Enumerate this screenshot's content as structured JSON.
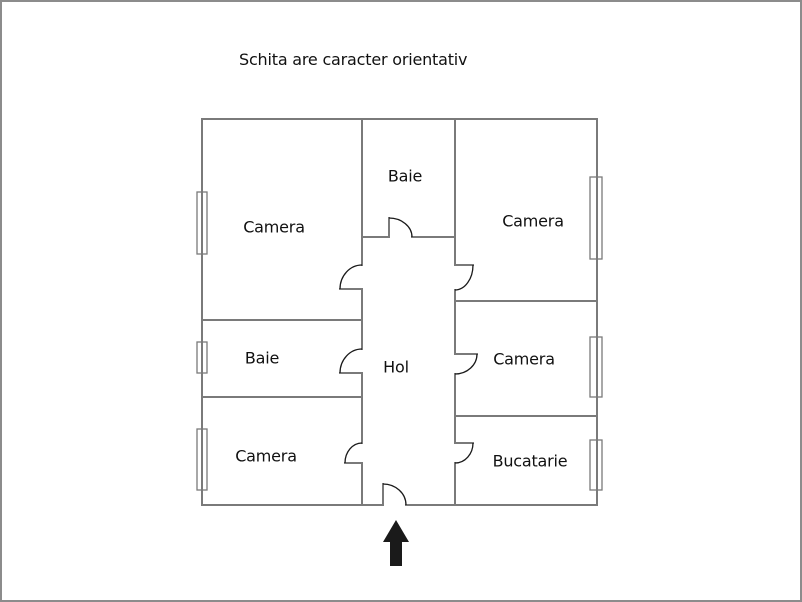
{
  "title": "Schita are caracter orientativ",
  "colors": {
    "wall": "#7a7a7a",
    "door": "#1a1a1a",
    "arrow": "#1a1a1a",
    "frame": "#8c8c8c",
    "background": "#ffffff"
  },
  "rooms": [
    {
      "id": "camera-top-left",
      "label": "Camera"
    },
    {
      "id": "baie-top-center",
      "label": "Baie"
    },
    {
      "id": "camera-top-right",
      "label": "Camera"
    },
    {
      "id": "baie-middle-left",
      "label": "Baie"
    },
    {
      "id": "hol",
      "label": "Hol"
    },
    {
      "id": "camera-middle-right",
      "label": "Camera"
    },
    {
      "id": "camera-bottom-left",
      "label": "Camera"
    },
    {
      "id": "bucatarie",
      "label": "Bucatarie"
    }
  ],
  "entrance": {
    "icon": "arrow-up-icon"
  }
}
